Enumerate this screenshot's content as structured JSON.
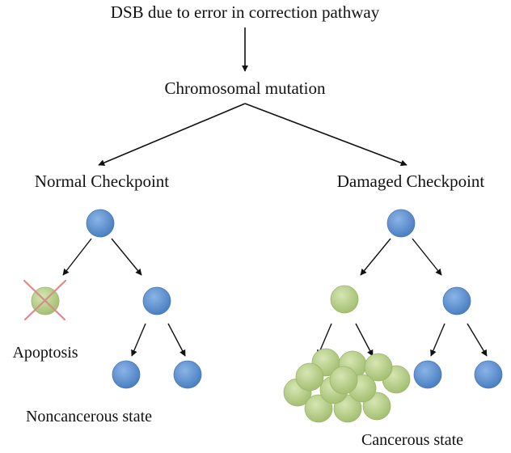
{
  "diagram": {
    "title": "DSB due to error in correction pathway",
    "mutation_label": "Chromosomal mutation",
    "left_branch": {
      "label": "Normal Checkpoint",
      "apoptosis_label": "Apoptosis",
      "outcome_label": "Noncancerous state"
    },
    "right_branch": {
      "label": "Damaged Checkpoint",
      "outcome_label": "Cancerous state"
    }
  },
  "colors": {
    "normal_cell": "#5b8fd0",
    "damaged_cell": "#b9cf8a",
    "apoptosis_cross": "#d98b8b",
    "arrow": "#111111"
  }
}
